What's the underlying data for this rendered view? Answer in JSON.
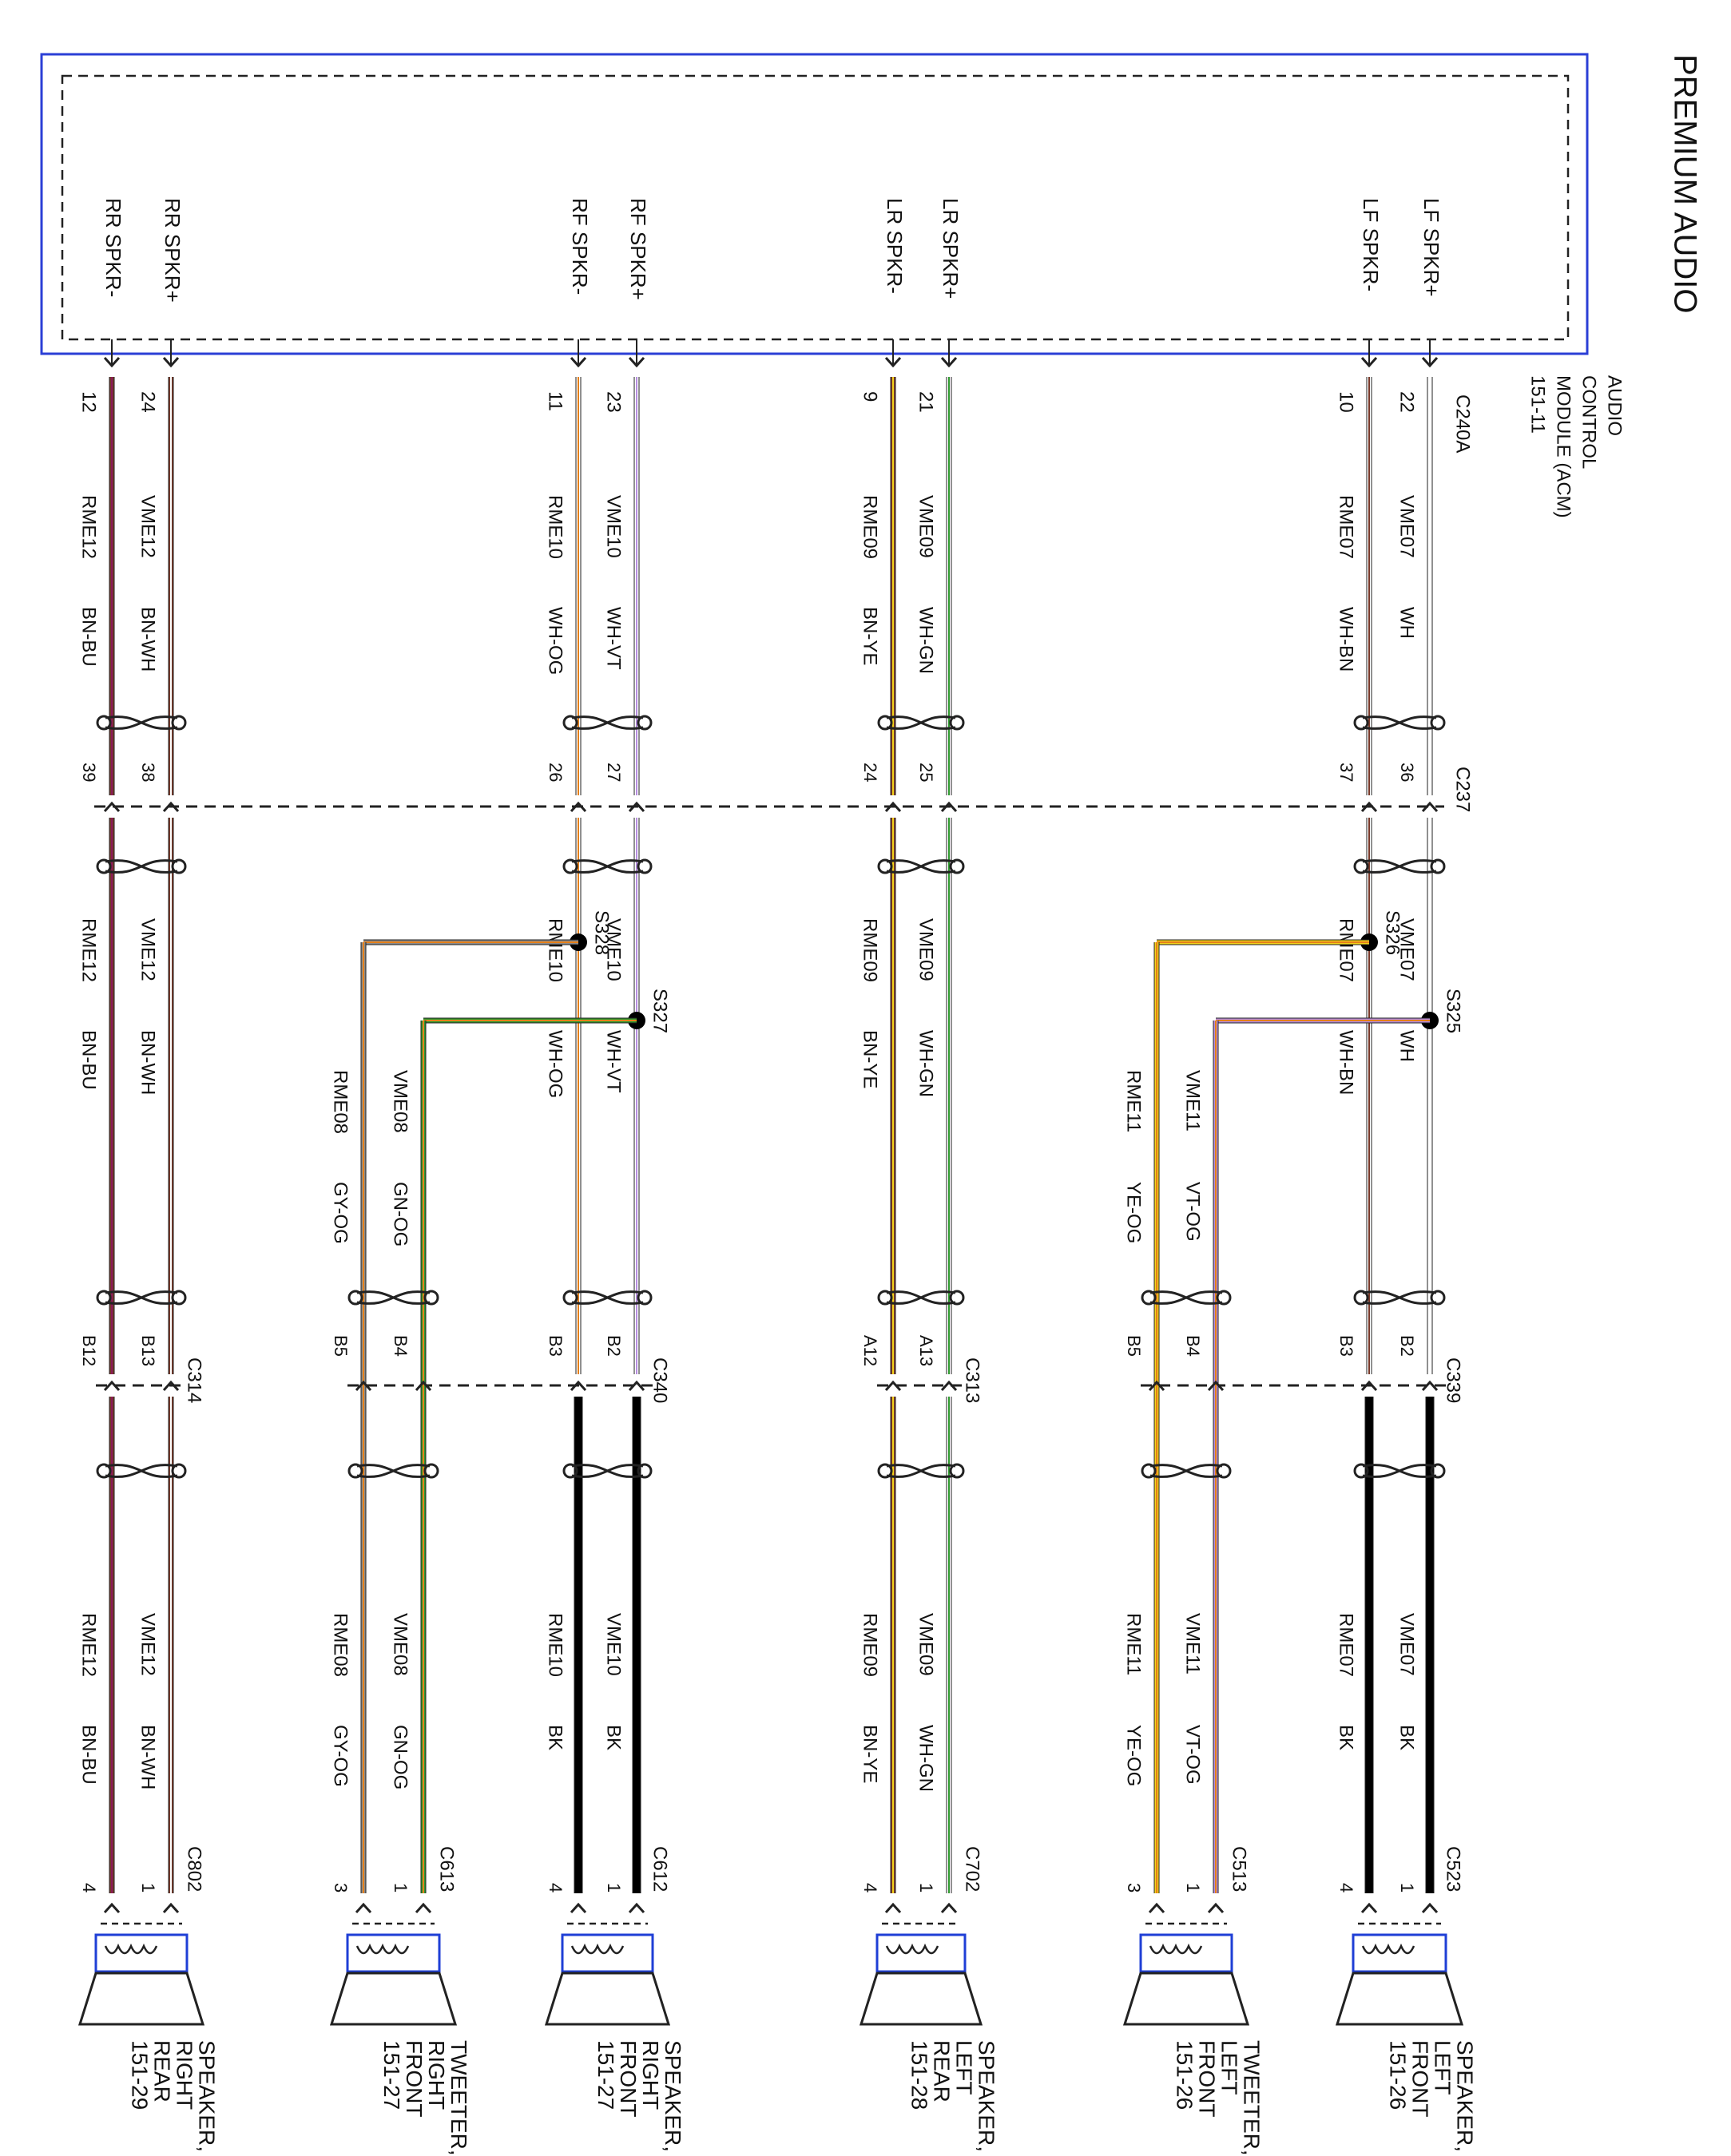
{
  "title": "PREMIUM AUDIO",
  "module": {
    "lines": [
      "AUDIO",
      "CONTROL",
      "MODULE (ACM)",
      "151-11"
    ],
    "connector": "C240A"
  },
  "inline_connector_1": "C237",
  "colors": {
    "module_border": "#2b3fd6",
    "speaker_frame": "#1f3fd6",
    "BK": "#000000",
    "WH": "#ffffff",
    "BN": "#7a3a2a",
    "BU": "#8a1a5a",
    "YE": "#f2d21b",
    "OG": "#e5801a",
    "GN": "#2f9a2f",
    "VT": "#b68de0",
    "GY": "#8c8c8c",
    "PK": "#f09bc2"
  },
  "channels": [
    {
      "id": "lf",
      "pos": {
        "name": "LF SPKR+",
        "pin": "22",
        "circuit": "VME07",
        "color": "WH",
        "c237": "36",
        "splice": "S325"
      },
      "neg": {
        "name": "LF SPKR-",
        "pin": "10",
        "circuit": "RME07",
        "color": "WH-BN",
        "c237": "37",
        "splice": "S326"
      },
      "speaker": {
        "connector": "C339",
        "pos_pin": "B2",
        "neg_pin": "B3",
        "pos_wire": {
          "circuit": "VME07",
          "color": "BK"
        },
        "neg_wire": {
          "circuit": "RME07",
          "color": "BK"
        },
        "device_connector": "C523",
        "device_pos_pin": "1",
        "device_neg_pin": "4",
        "label": [
          "SPEAKER,",
          "LEFT",
          "FRONT",
          "151-26"
        ]
      },
      "tweeter": {
        "pos_pin": "B4",
        "neg_pin": "B5",
        "pos_circuit": "VME11",
        "pos_color": "VT-OG",
        "neg_circuit": "RME11",
        "neg_color": "YE-OG",
        "device_connector": "C513",
        "device_pos_pin": "1",
        "device_neg_pin": "3",
        "label": [
          "TWEETER,",
          "LEFT",
          "FRONT",
          "151-26"
        ]
      }
    },
    {
      "id": "lr",
      "pos": {
        "name": "LR SPKR+",
        "pin": "21",
        "circuit": "VME09",
        "color": "WH-GN",
        "c237": "25"
      },
      "neg": {
        "name": "LR SPKR-",
        "pin": "9",
        "circuit": "RME09",
        "color": "BN-YE",
        "c237": "24"
      },
      "speaker": {
        "connector": "C313",
        "pos_pin": "A13",
        "neg_pin": "A12",
        "pos_wire": {
          "circuit": "VME09",
          "color": "WH-GN"
        },
        "neg_wire": {
          "circuit": "RME09",
          "color": "BN-YE"
        },
        "device_connector": "C702",
        "device_pos_pin": "1",
        "device_neg_pin": "4",
        "label": [
          "SPEAKER,",
          "LEFT",
          "REAR",
          "151-28"
        ]
      }
    },
    {
      "id": "rf",
      "pos": {
        "name": "RF SPKR+",
        "pin": "23",
        "circuit": "VME10",
        "color": "WH-VT",
        "c237": "27",
        "splice": "S327"
      },
      "neg": {
        "name": "RF SPKR-",
        "pin": "11",
        "circuit": "RME10",
        "color": "WH-OG",
        "c237": "26",
        "splice": "S328"
      },
      "speaker": {
        "connector": "C340",
        "pos_pin": "B2",
        "neg_pin": "B3",
        "pos_wire": {
          "circuit": "VME10",
          "color": "BK"
        },
        "neg_wire": {
          "circuit": "RME10",
          "color": "BK"
        },
        "device_connector": "C612",
        "device_pos_pin": "1",
        "device_neg_pin": "4",
        "label": [
          "SPEAKER,",
          "RIGHT",
          "FRONT",
          "151-27"
        ]
      },
      "tweeter": {
        "pos_pin": "B4",
        "neg_pin": "B5",
        "pos_circuit": "VME08",
        "pos_color": "GN-OG",
        "neg_circuit": "RME08",
        "neg_color": "GY-OG",
        "device_connector": "C613",
        "device_pos_pin": "1",
        "device_neg_pin": "3",
        "label": [
          "TWEETER,",
          "RIGHT",
          "FRONT",
          "151-27"
        ]
      }
    },
    {
      "id": "rr",
      "pos": {
        "name": "RR SPKR+",
        "pin": "24",
        "circuit": "VME12",
        "color": "BN-WH",
        "c237": "38"
      },
      "neg": {
        "name": "RR SPKR-",
        "pin": "12",
        "circuit": "RME12",
        "color": "BN-BU",
        "c237": "39"
      },
      "speaker": {
        "connector": "C314",
        "pos_pin": "B13",
        "neg_pin": "B12",
        "pos_wire": {
          "circuit": "VME12",
          "color": "BN-WH"
        },
        "neg_wire": {
          "circuit": "RME12",
          "color": "BN-BU"
        },
        "device_connector": "C802",
        "device_pos_pin": "1",
        "device_neg_pin": "4",
        "label": [
          "SPEAKER,",
          "RIGHT",
          "REAR",
          "151-29"
        ]
      }
    }
  ]
}
